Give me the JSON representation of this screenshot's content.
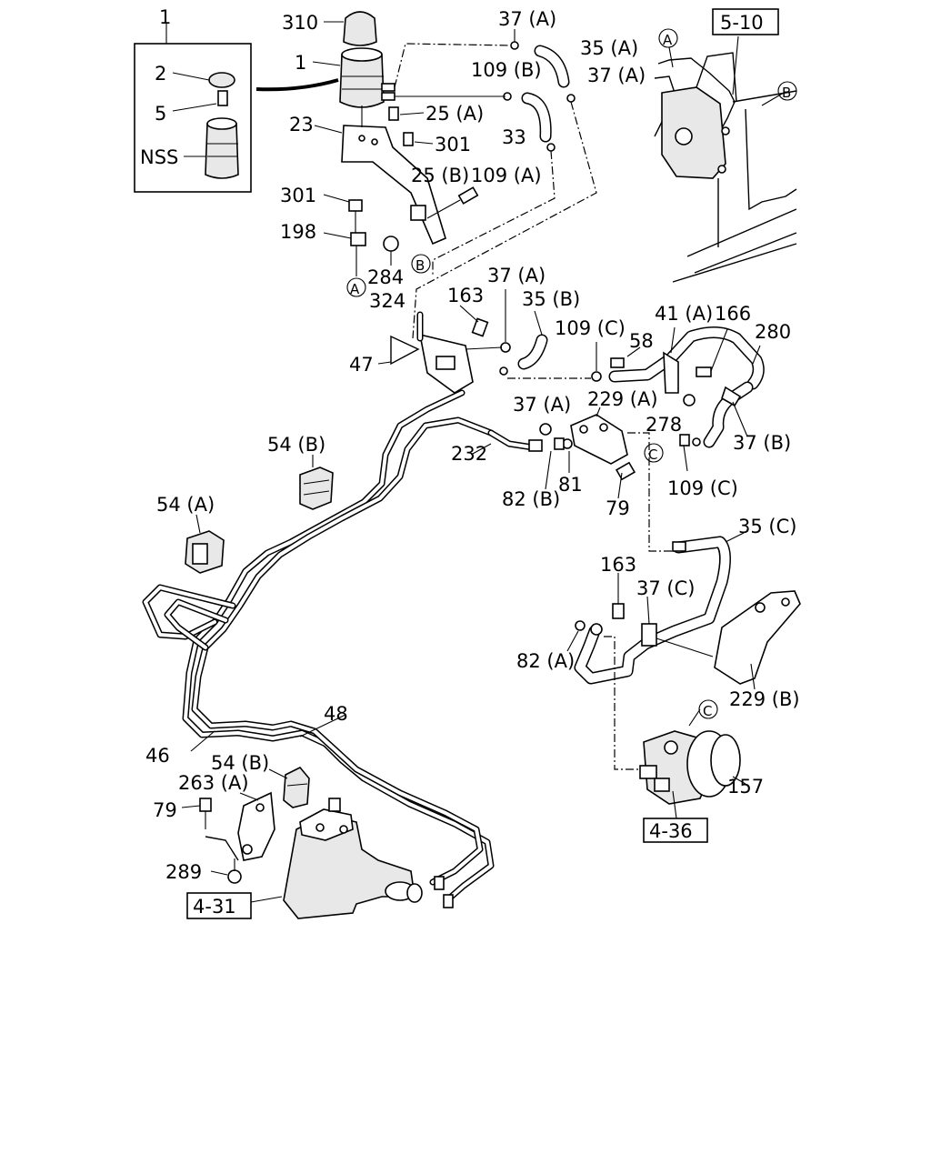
{
  "callouts": [
    {
      "id": "c1",
      "text": "1"
    },
    {
      "id": "c310",
      "text": "310"
    },
    {
      "id": "c1b",
      "text": "1"
    },
    {
      "id": "c2",
      "text": "2"
    },
    {
      "id": "c5",
      "text": "5"
    },
    {
      "id": "cnss",
      "text": "NSS"
    },
    {
      "id": "c23",
      "text": "23"
    },
    {
      "id": "c37a1",
      "text": "37 (A)"
    },
    {
      "id": "c35a",
      "text": "35 (A)"
    },
    {
      "id": "c109b",
      "text": "109 (B)"
    },
    {
      "id": "c37a2",
      "text": "37 (A)"
    },
    {
      "id": "c25a",
      "text": "25 (A)"
    },
    {
      "id": "c301a",
      "text": "301"
    },
    {
      "id": "c33",
      "text": "33"
    },
    {
      "id": "c25b",
      "text": "25 (B)"
    },
    {
      "id": "c109a",
      "text": "109 (A)"
    },
    {
      "id": "c301b",
      "text": "301"
    },
    {
      "id": "c198",
      "text": "198"
    },
    {
      "id": "c284",
      "text": "284"
    },
    {
      "id": "c324",
      "text": "324"
    },
    {
      "id": "c163a",
      "text": "163"
    },
    {
      "id": "c37a3",
      "text": "37 (A)"
    },
    {
      "id": "c35b",
      "text": "35 (B)"
    },
    {
      "id": "c47",
      "text": "47"
    },
    {
      "id": "c109c1",
      "text": "109 (C)"
    },
    {
      "id": "c58",
      "text": "58"
    },
    {
      "id": "c41a",
      "text": "41 (A)"
    },
    {
      "id": "c166",
      "text": "166"
    },
    {
      "id": "c280",
      "text": "280"
    },
    {
      "id": "c37a4",
      "text": "37 (A)"
    },
    {
      "id": "c229a",
      "text": "229 (A)"
    },
    {
      "id": "c278",
      "text": "278"
    },
    {
      "id": "c37b",
      "text": "37 (B)"
    },
    {
      "id": "c232",
      "text": "232"
    },
    {
      "id": "c82b",
      "text": "82 (B)"
    },
    {
      "id": "c81",
      "text": "81"
    },
    {
      "id": "c109c2",
      "text": "109 (C)"
    },
    {
      "id": "c79a",
      "text": "79"
    },
    {
      "id": "c54b1",
      "text": "54 (B)"
    },
    {
      "id": "c54a",
      "text": "54 (A)"
    },
    {
      "id": "c35c",
      "text": "35 (C)"
    },
    {
      "id": "c163b",
      "text": "163"
    },
    {
      "id": "c37c",
      "text": "37 (C)"
    },
    {
      "id": "c82a",
      "text": "82 (A)"
    },
    {
      "id": "c229b",
      "text": "229 (B)"
    },
    {
      "id": "c48",
      "text": "48"
    },
    {
      "id": "c46",
      "text": "46"
    },
    {
      "id": "c54b2",
      "text": "54 (B)"
    },
    {
      "id": "c263a",
      "text": "263 (A)"
    },
    {
      "id": "c79b",
      "text": "79"
    },
    {
      "id": "c157",
      "text": "157"
    },
    {
      "id": "c289",
      "text": "289"
    }
  ],
  "circled": [
    {
      "id": "ca1",
      "text": "A"
    },
    {
      "id": "cb1",
      "text": "B"
    },
    {
      "id": "ca2",
      "text": "A"
    },
    {
      "id": "cb2",
      "text": "B"
    },
    {
      "id": "cc1",
      "text": "C"
    },
    {
      "id": "cc2",
      "text": "C"
    }
  ],
  "boxed": [
    {
      "id": "b510",
      "text": "5-10"
    },
    {
      "id": "b436",
      "text": "4-36"
    },
    {
      "id": "b431",
      "text": "4-31"
    }
  ]
}
